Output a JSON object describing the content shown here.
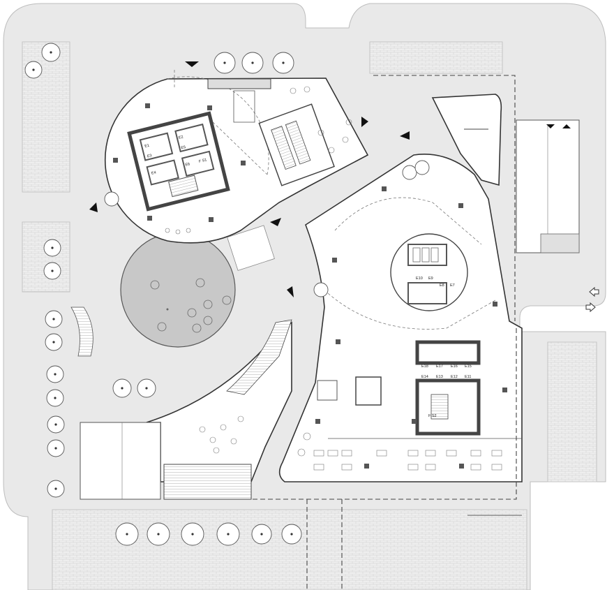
{
  "plan": {
    "tower_a": {
      "lift_labels": [
        "E1",
        "E2",
        "E3",
        "E4",
        "E5",
        "E6",
        "F S1"
      ]
    },
    "tower_b": {
      "upper_core_labels": [
        "E10",
        "E9",
        "E8",
        "E7"
      ],
      "lower_core_top_labels": [
        "E18",
        "E17",
        "E16",
        "E15"
      ],
      "lower_core_bottom_labels": [
        "E14",
        "E13",
        "E12",
        "E11"
      ],
      "stair_label": "F S2"
    }
  }
}
